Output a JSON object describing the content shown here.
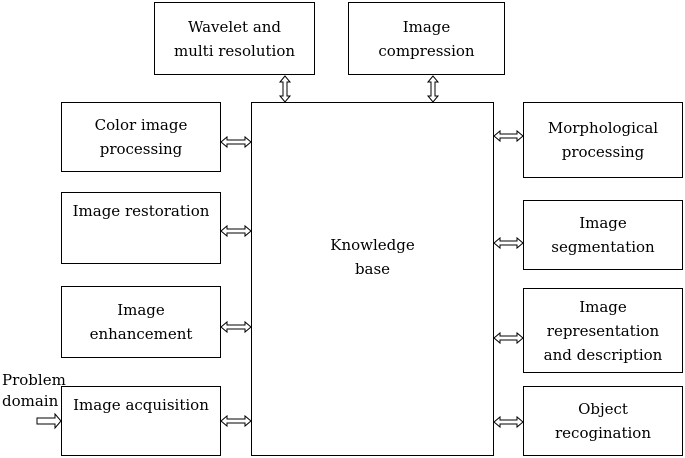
{
  "knowledge_base": {
    "line1": "Knowledge",
    "line2": "base"
  },
  "input": {
    "line1": "Problem",
    "line2": "domain"
  },
  "top_boxes": [
    {
      "lines": [
        "Wavelet and",
        "multi resolution"
      ]
    },
    {
      "lines": [
        "Image",
        "compression"
      ]
    }
  ],
  "left_boxes": [
    {
      "lines": [
        "Color image",
        "processing"
      ]
    },
    {
      "lines": [
        "Image restoration"
      ]
    },
    {
      "lines": [
        "Image",
        "enhancement"
      ]
    },
    {
      "lines": [
        "Image acquisition"
      ]
    }
  ],
  "right_boxes": [
    {
      "lines": [
        "Morphological",
        "processing"
      ]
    },
    {
      "lines": [
        "Image",
        "segmentation"
      ]
    },
    {
      "lines": [
        "Image",
        "representation",
        "and description"
      ]
    },
    {
      "lines": [
        "Object",
        "recogination"
      ]
    }
  ]
}
